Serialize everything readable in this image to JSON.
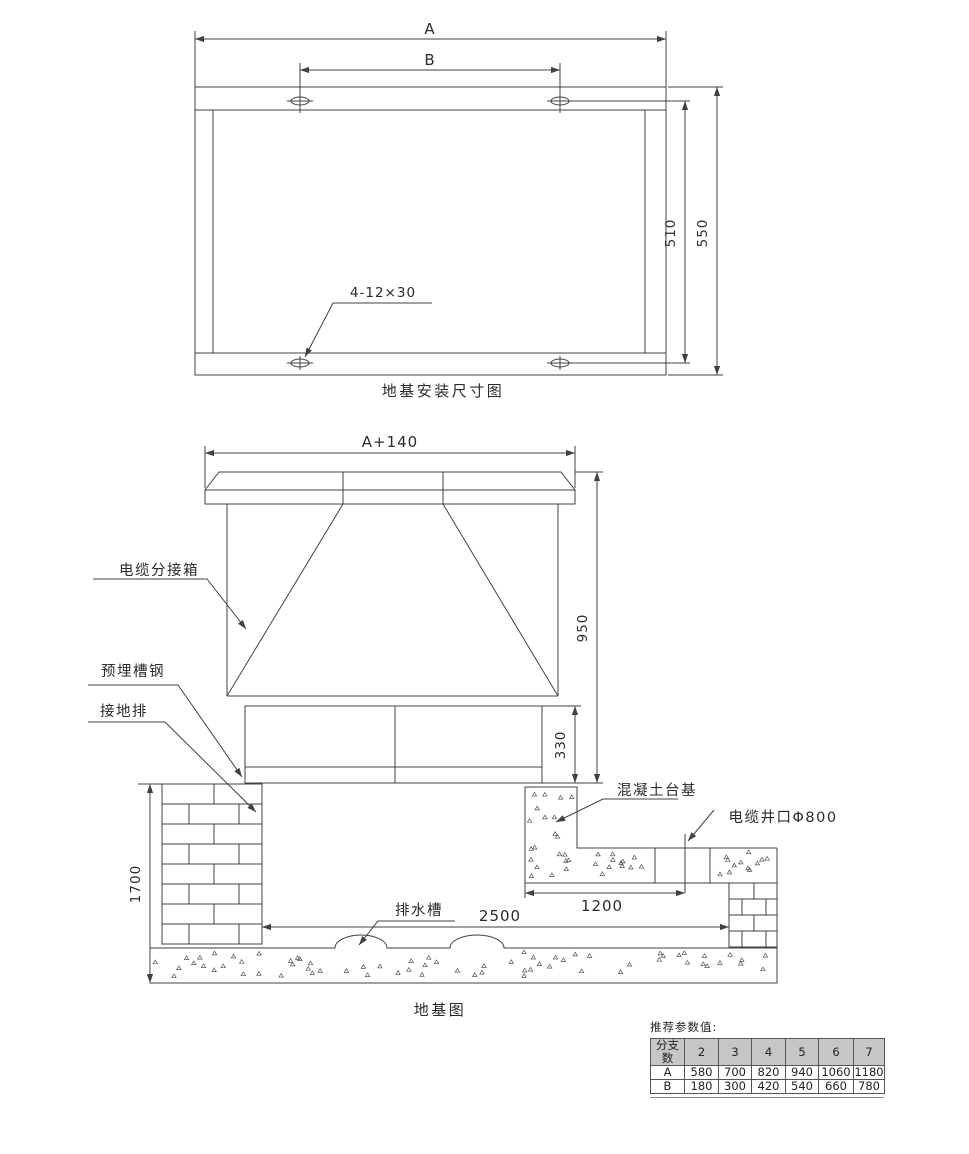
{
  "colors": {
    "line": "#414141",
    "text": "#2b2b2b",
    "table_header_bg": "#c6c6c6"
  },
  "plan_view": {
    "caption": "地基安装尺寸图",
    "dim_a": "A",
    "dim_b": "B",
    "dim_inner_height": "510",
    "dim_outer_height": "550",
    "bolt_note": "4-12×30"
  },
  "section_view": {
    "caption": "地基图",
    "dim_top_width": "A+140",
    "dim_box_height": "950",
    "dim_base_height": "330",
    "dim_pit_depth": "1700",
    "dim_platform_width": "1200",
    "dim_pit_span": "2500",
    "label_cable_box": "电缆分接箱",
    "label_embedded_channel": "预埋槽钢",
    "label_ground_bar": "接地排",
    "label_concrete_base": "混凝土台基",
    "label_cable_well": "电缆井口Φ800",
    "label_drain": "排水槽"
  },
  "table": {
    "title": "推荐参数值:",
    "header": [
      "分支数",
      "2",
      "3",
      "4",
      "5",
      "6",
      "7"
    ],
    "rows": [
      {
        "label": "A",
        "values": [
          "580",
          "700",
          "820",
          "940",
          "1060",
          "1180"
        ]
      },
      {
        "label": "B",
        "values": [
          "180",
          "300",
          "420",
          "540",
          "660",
          "780"
        ]
      }
    ]
  }
}
